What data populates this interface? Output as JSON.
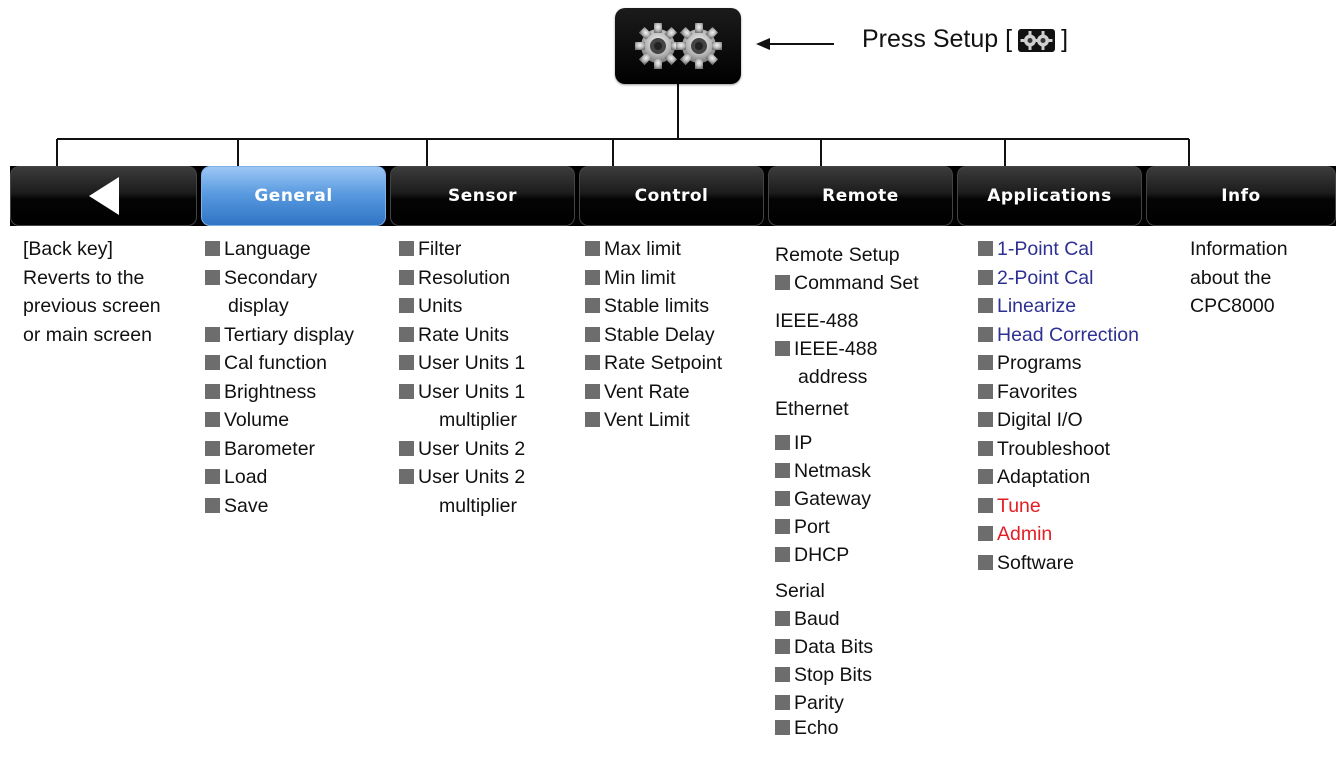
{
  "setup_note": {
    "text_before": "Press Setup [",
    "text_after": "]"
  },
  "tabs": [
    {
      "id": "back",
      "label": "",
      "icon": "back-triangle-icon"
    },
    {
      "id": "general",
      "label": "General",
      "active": true
    },
    {
      "id": "sensor",
      "label": "Sensor"
    },
    {
      "id": "control",
      "label": "Control"
    },
    {
      "id": "remote",
      "label": "Remote"
    },
    {
      "id": "applications",
      "label": "Applications"
    },
    {
      "id": "info",
      "label": "Info"
    }
  ],
  "columns": {
    "back": {
      "lines": [
        "[Back key]",
        "Reverts to the",
        "previous screen",
        "or main screen"
      ]
    },
    "general": {
      "items": [
        "Language",
        "Secondary",
        "Tertiary display",
        "Cal function",
        "Brightness",
        "Volume",
        "Barometer",
        "Load",
        "Save"
      ],
      "continuations": {
        "secondary": "display"
      }
    },
    "sensor": {
      "items": [
        "Filter",
        "Resolution",
        "Units",
        "Rate Units",
        "User Units 1",
        "User Units 1",
        "User Units 2",
        "User Units 2"
      ],
      "continuations": {
        "uu1": "multiplier",
        "uu2": "multiplier"
      }
    },
    "control": {
      "items": [
        "Max limit",
        "Min limit",
        "Stable limits",
        "Stable Delay",
        "Rate Setpoint",
        "Vent Rate",
        "Vent Limit"
      ]
    },
    "remote": {
      "remote_setup": "Remote Setup",
      "remote_setup_items": [
        "Command Set"
      ],
      "ieee_heading": "IEEE-488",
      "ieee_items": [
        "IEEE-488"
      ],
      "ieee_continuation": "address",
      "ethernet_heading": "Ethernet",
      "ethernet_items": [
        "IP",
        "Netmask",
        "Gateway",
        "Port",
        "DHCP"
      ],
      "serial_heading": "Serial",
      "serial_items": [
        "Baud",
        "Data Bits",
        "Stop Bits",
        "Parity",
        "Echo"
      ]
    },
    "applications": {
      "items": [
        "1-Point Cal",
        "2-Point Cal",
        "Linearize",
        "Head Correction",
        "Programs",
        "Favorites",
        "Digital I/O",
        "Troubleshoot",
        "Adaptation",
        "Tune",
        "Admin",
        "Software"
      ]
    },
    "info": {
      "lines": [
        "Information",
        "about the",
        "CPC8000"
      ]
    }
  },
  "colors": {
    "blue_items": "#2e3192",
    "red_items": "#e31e24",
    "active_tab": "#4a8fdc",
    "bullet": "#6d6d6d"
  }
}
